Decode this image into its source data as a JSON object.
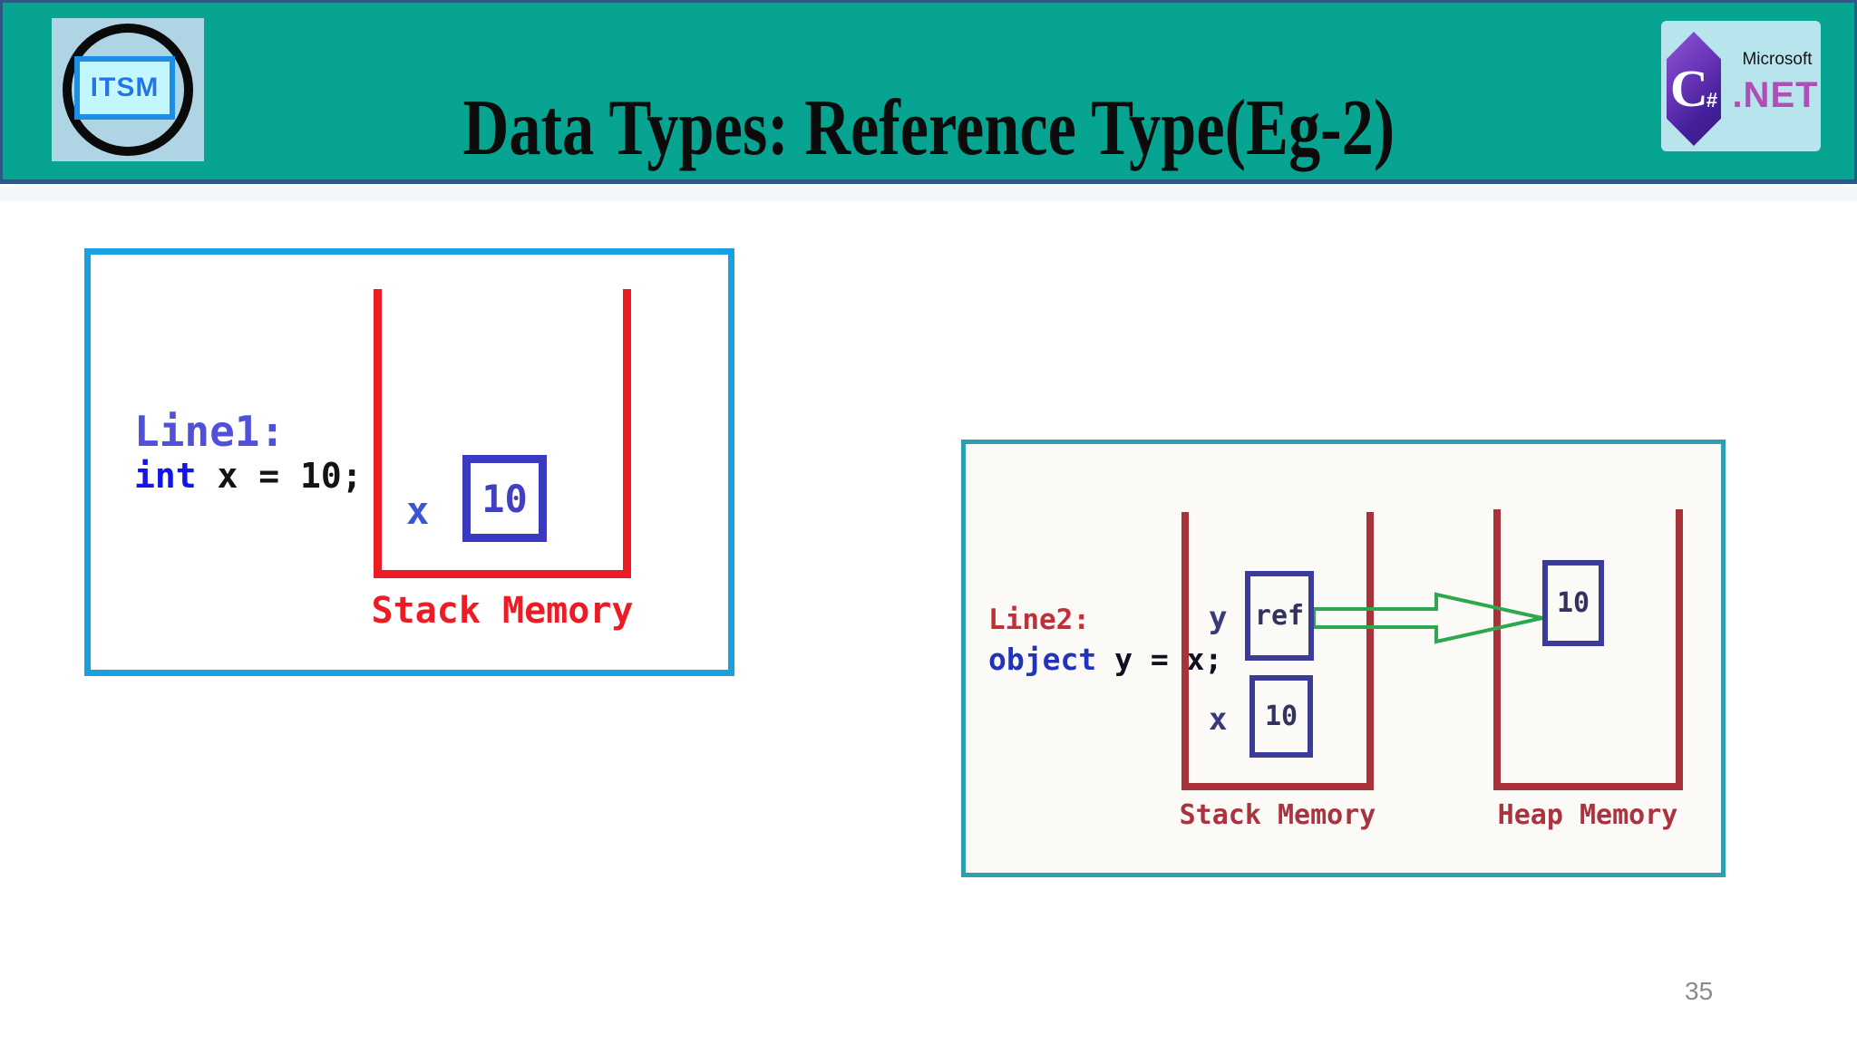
{
  "header": {
    "title": "Data Types: Reference Type(Eg-2)",
    "itsm_logo_text": "ITSM",
    "dotnet_logo": {
      "csharp_c": "C",
      "csharp_hash": "#",
      "microsoft": "Microsoft",
      "net": ".NET"
    }
  },
  "left_diagram": {
    "line_label": "Line1:",
    "code": {
      "keyword": "int",
      "rest": " x = 10;"
    },
    "var_name": "x",
    "value": "10",
    "memory_label": "Stack Memory"
  },
  "right_diagram": {
    "line_label": "Line2:",
    "code": {
      "keyword": "object",
      "rest": " y = x;"
    },
    "stack": {
      "slot1_name": "y",
      "slot1_value": "ref",
      "slot2_name": "x",
      "slot2_value": "10",
      "label": "Stack Memory"
    },
    "heap": {
      "value": "10",
      "label": "Heap Memory"
    }
  },
  "footer": {
    "page_number": "35"
  },
  "colors": {
    "header_teal": "#07A591",
    "header_line": "#2A5A84",
    "left_box_border": "#18A0E0",
    "bright_red": "#ED1C24",
    "right_box_border": "#2E9FB0",
    "dark_red": "#A83238",
    "value_box_blue": "#3B3B99",
    "keyword_blue": "#1414E6",
    "line1_blue": "#5050D8",
    "line2_red": "#C03038",
    "arrow_green": "#2DA84E",
    "net_purple": "#AE4FB6"
  }
}
